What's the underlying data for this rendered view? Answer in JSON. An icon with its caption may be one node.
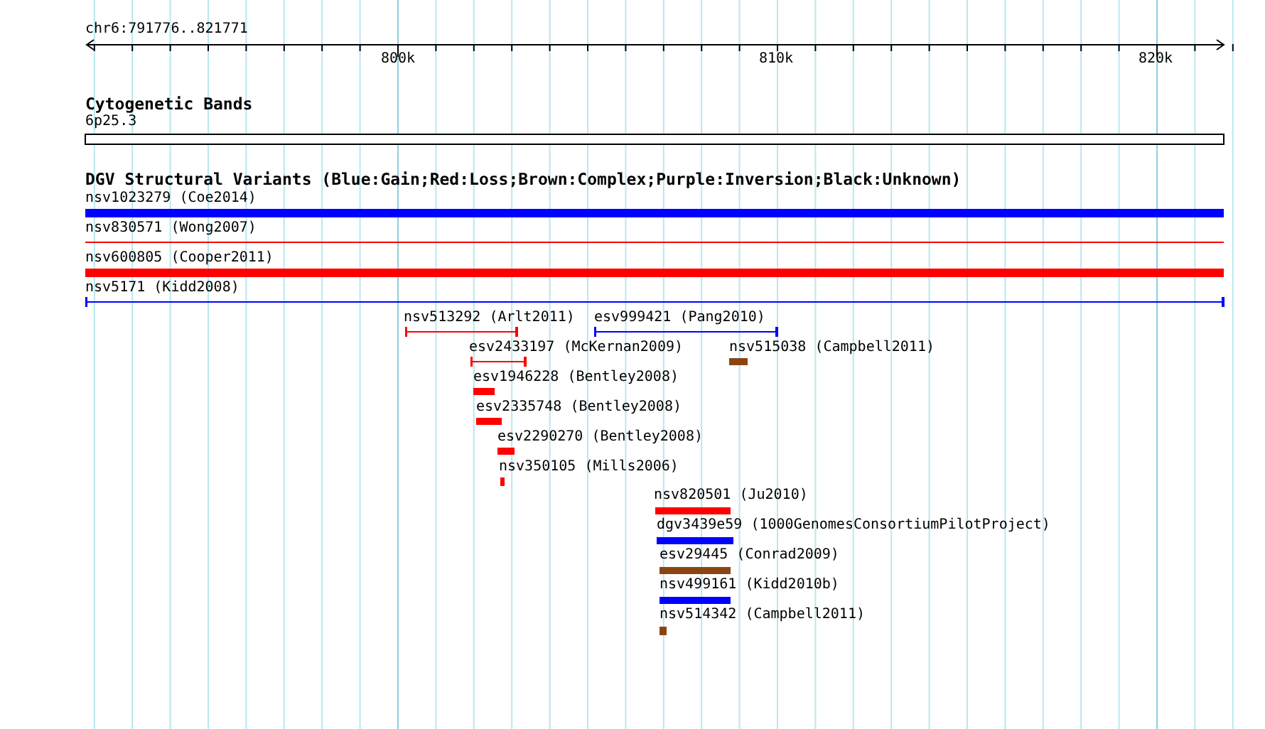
{
  "diagram": {
    "nodes": [
      {
        "text": [
          "nsv1023279 (Coe2014)"
        ]
      },
      {
        "text": [
          "nsv830571 (Wong2007)"
        ]
      },
      {
        "text": [
          "nsv600805 (Cooper2011)"
        ]
      },
      {
        "text": [
          "nsv5171 (Kidd2008)"
        ]
      },
      {
        "text": [
          "nsv513292 (Arlt2011)"
        ]
      },
      {
        "text": [
          "esv999421 (Pang2010)"
        ]
      },
      {
        "text": [
          "esv2433197 (McKernan2009)"
        ]
      },
      {
        "text": [
          "nsv515038 (Campbell2011)"
        ]
      },
      {
        "text": [
          "esv1946228 (Bentley2008)"
        ]
      },
      {
        "text": [
          "esv2335748 (Bentley2008)"
        ]
      },
      {
        "text": [
          "esv2290270 (Bentley2008)"
        ]
      },
      {
        "text": [
          "nsv350105 (Mills2006)"
        ]
      },
      {
        "text": [
          "nsv820501 (Ju2010)"
        ]
      },
      {
        "text": [
          "dgv3439e59 (1000GenomesConsortiumPilotProject)"
        ]
      },
      {
        "text": [
          "esv29445 (Conrad2009)"
        ]
      },
      {
        "text": [
          "nsv499161 (Kidd2010b)"
        ]
      },
      {
        "text": [
          "nsv514342 (Campbell2011)"
        ]
      }
    ],
    "labels": [
      "chr6:791776..821771",
      "800k",
      "810k",
      "820k",
      "Cytogenetic Bands",
      "6p25.3",
      "DGV Structural Variants (Blue:Gain;Red:Loss;Brown:Complex;Purple:Inversion;Black:Unknown)"
    ]
  }
}
